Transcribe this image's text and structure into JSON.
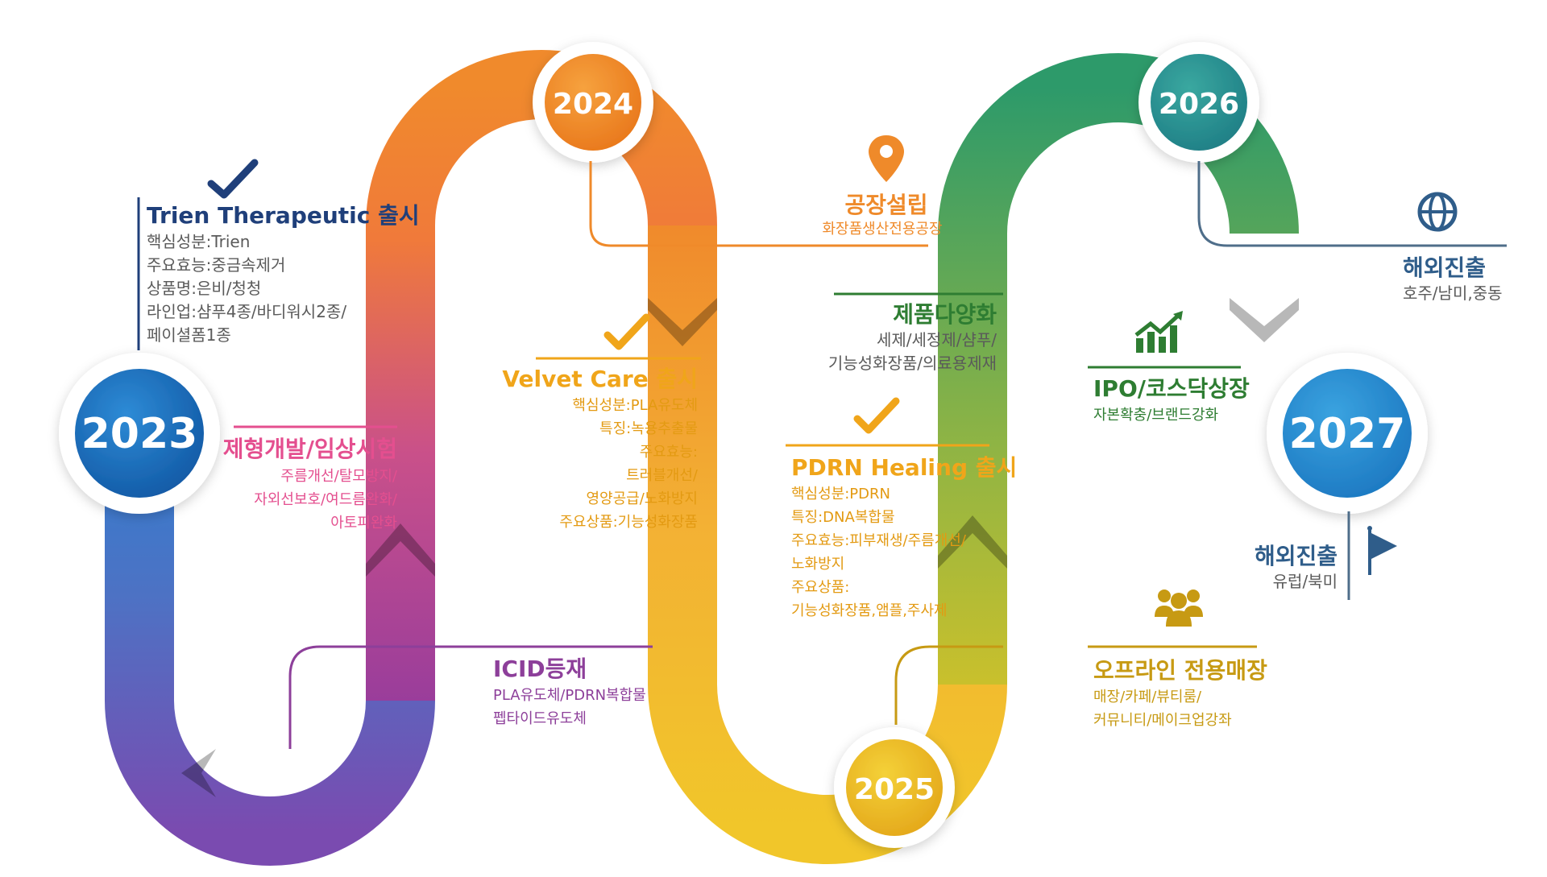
{
  "colors": {
    "c2023": "#1f6fb5",
    "c2024": "#ef8a2a",
    "c2025": "#e6b928",
    "c2026": "#2f9a8e",
    "c2027": "#2f86c9",
    "pink": "#e44f8f",
    "purple": "#8d3f9a",
    "amber": "#f0a51a",
    "green": "#2e7d32",
    "navy": "#1f3f7a",
    "ochre": "#c79a13",
    "teal_line": "#4f6e8a",
    "gray_line": "#7b7b7b"
  },
  "years": {
    "y2023": "2023",
    "y2024": "2024",
    "y2025": "2025",
    "y2026": "2026",
    "y2027": "2027"
  },
  "trien": {
    "icon": "checkmark-icon",
    "title": "Trien Therapeutic 출시",
    "lines": [
      "핵심성분:Trien",
      "주요효능:중금속제거",
      "상품명:은비/청청",
      "라인업:샴푸4종/바디워시2종/",
      "페이셜폼1종"
    ]
  },
  "formulation": {
    "title": "제형개발/임상시험",
    "lines": [
      "주름개선/탈모방지/",
      "자외선보호/여드름완화/",
      "아토피완화"
    ]
  },
  "icid": {
    "title": "ICID등재",
    "lines": [
      "PLA유도체/PDRN복합물",
      "펩타이드유도체"
    ]
  },
  "velvet": {
    "icon": "checkmark-icon",
    "title": "Velvet Care 출시",
    "lines": [
      "핵심성분:PLA유도체",
      "특징:녹용추출물",
      "주요효능:",
      "트러블개선/",
      "영양공급/노화방지",
      "주요상품:기능성화장품"
    ]
  },
  "factory": {
    "icon": "location-pin-icon",
    "title": "공장설립",
    "lines": [
      "화장품생산전용공장"
    ]
  },
  "diversify": {
    "title": "제품다양화",
    "lines": [
      "세제/세정제/샴푸/",
      "기능성화장품/의료용제재"
    ]
  },
  "pdrn": {
    "icon": "checkmark-icon",
    "title": "PDRN Healing 출시",
    "lines": [
      "핵심성분:PDRN",
      "특징:DNA복합물",
      "주요효능:피부재생/주름개선/",
      "노화방지",
      "주요상품:",
      "기능성화장품,앰플,주사제"
    ]
  },
  "ipo": {
    "icon": "growth-chart-icon",
    "title": "IPO/코스닥상장",
    "lines": [
      "자본확충/브랜드강화"
    ]
  },
  "offline": {
    "icon": "people-group-icon",
    "title": "오프라인 전용매장",
    "lines": [
      "매장/카페/뷰티룸/",
      "커뮤니티/메이크업강좌"
    ]
  },
  "overseas1": {
    "icon": "globe-icon",
    "title": "해외진출",
    "lines": [
      "호주/남미,중동"
    ]
  },
  "overseas2": {
    "icon": "flag-icon",
    "title": "해외진출",
    "lines": [
      "유럽/북미"
    ]
  }
}
